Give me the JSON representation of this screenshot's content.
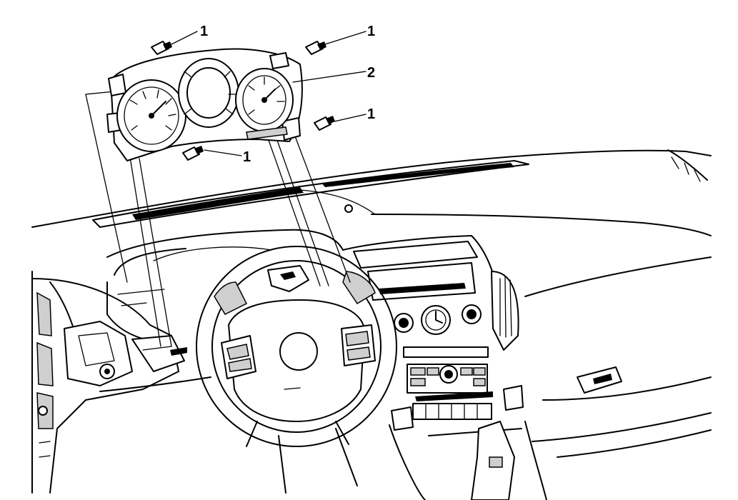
{
  "callouts": [
    {
      "id": "c1",
      "text": "1",
      "part": "fastener"
    },
    {
      "id": "c2",
      "text": "1",
      "part": "fastener"
    },
    {
      "id": "c3",
      "text": "2",
      "part": "instrument-cluster"
    },
    {
      "id": "c4",
      "text": "1",
      "part": "fastener"
    },
    {
      "id": "c5",
      "text": "1",
      "part": "fastener"
    }
  ],
  "colors": {
    "line": "#000000",
    "background": "#ffffff",
    "shade": "#cfcfcf"
  }
}
